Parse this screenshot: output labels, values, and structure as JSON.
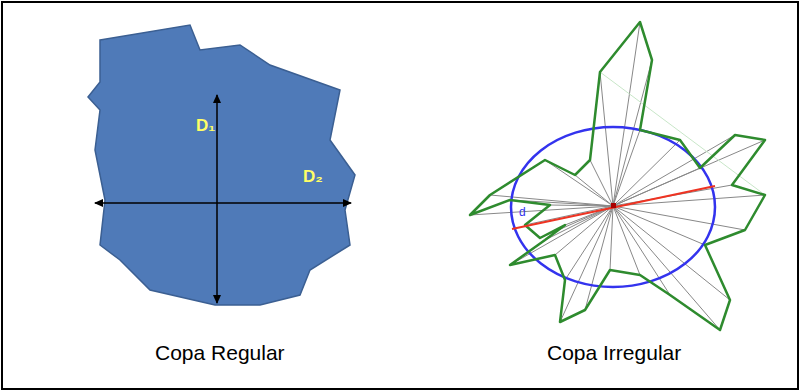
{
  "diagram": {
    "labels": [
      "D₁",
      "D₂",
      "d",
      "Copa Regular",
      "Copa Irregular"
    ]
  }
}
